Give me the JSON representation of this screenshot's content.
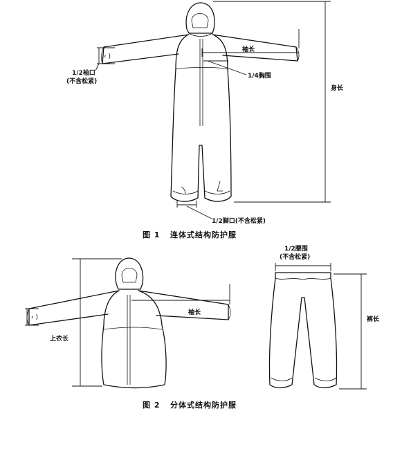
{
  "figure1": {
    "caption_num": "图 1",
    "caption_title": "连体式结构防护服",
    "labels": {
      "half_cuff_line1": "1/2袖口",
      "half_cuff_line2": "(不含松紧)",
      "sleeve_length": "袖长",
      "quarter_chest": "1/4胸围",
      "body_length": "身长",
      "half_foot_opening": "1/2脚口(不含松紧)"
    }
  },
  "figure2": {
    "caption_num": "图 2",
    "caption_title": "分体式结构防护服",
    "labels": {
      "sleeve_length": "袖长",
      "jacket_length": "上衣长",
      "half_waist_line1": "1/2腰围",
      "half_waist_line2": "(不含松紧)",
      "pants_length": "裤长"
    }
  }
}
